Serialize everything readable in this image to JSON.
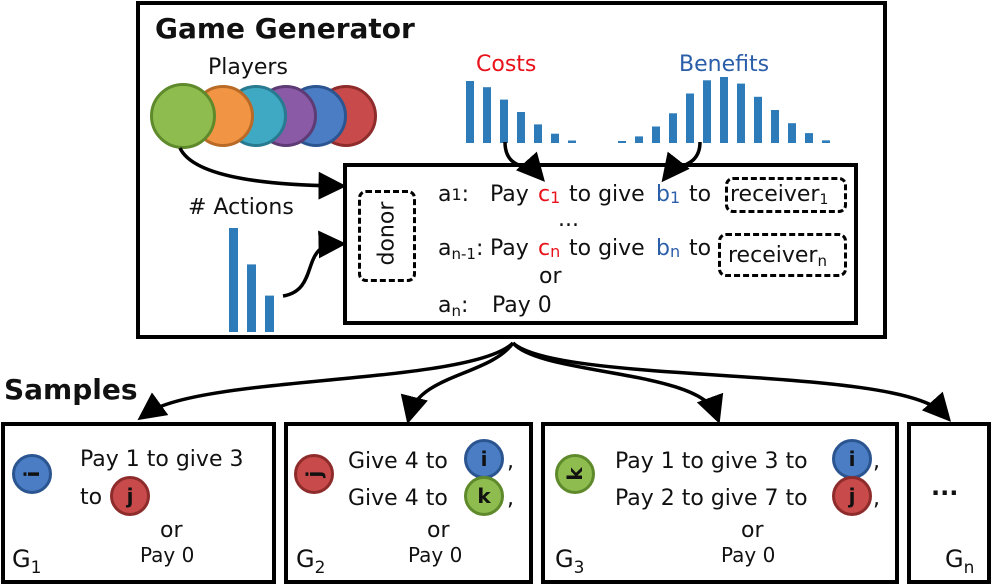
{
  "generator": {
    "title": "Game Generator",
    "players_label": "Players",
    "actions_label": "# Actions",
    "costs_label": "Costs",
    "benefits_label": "Benefits",
    "donor_label": "donor",
    "action1": {
      "label": "a",
      "sub": "1",
      "colon": ":",
      "pay": "Pay",
      "c": "c",
      "c_sub": "1",
      "give": "to give",
      "b": "b",
      "b_sub": "1",
      "to": "to",
      "receiver": "receiver",
      "receiver_sub": "1"
    },
    "ellipsis": "...",
    "action_n1": {
      "label": "a",
      "sub": "n-1",
      "colon": ":",
      "pay": "Pay",
      "c": "c",
      "c_sub": "n",
      "give": "to give",
      "b": "b",
      "b_sub": "n",
      "to": "to",
      "receiver": "receiver",
      "receiver_sub": "n"
    },
    "or": "or",
    "action_n": {
      "label": "a",
      "sub": "n",
      "colon": ":",
      "text": "Pay 0"
    }
  },
  "samples_title": "Samples",
  "samples": [
    {
      "game": "G",
      "game_sub": "1",
      "donor": "i",
      "line1": "Pay 1 to give 3",
      "line2_prefix": "to",
      "r1": "j",
      "or": "or",
      "pay0": "Pay 0"
    },
    {
      "game": "G",
      "game_sub": "2",
      "donor": "j",
      "line1": "Give 4 to",
      "r1": "i",
      "comma1": ",",
      "line2": "Give 4 to",
      "r2": "k",
      "comma2": ",",
      "or": "or",
      "pay0": "Pay 0"
    },
    {
      "game": "G",
      "game_sub": "3",
      "donor": "k",
      "line1": "Pay 1 to give 3 to",
      "r1": "i",
      "comma1": ",",
      "line2": "Pay 2 to give 7 to",
      "r2": "j",
      "comma2": ",",
      "or": "or",
      "pay0": "Pay 0"
    },
    {
      "game": "G",
      "game_sub": "n",
      "dots": "..."
    }
  ],
  "chart_data": [
    {
      "type": "bar",
      "name_hint": "costs",
      "values": [
        1.0,
        0.9,
        0.7,
        0.5,
        0.3,
        0.15,
        0.04
      ],
      "color": "#2d7bb8"
    },
    {
      "type": "bar",
      "name_hint": "benefits",
      "values": [
        0.03,
        0.1,
        0.25,
        0.45,
        0.75,
        0.95,
        1.0,
        0.9,
        0.7,
        0.5,
        0.3,
        0.15,
        0.04
      ],
      "color": "#2d7bb8"
    },
    {
      "type": "bar",
      "name_hint": "actions",
      "values": [
        1.0,
        0.65,
        0.35
      ],
      "color": "#2d7bb8"
    }
  ],
  "colors": {
    "player_green": "#8fbc4f",
    "player_orange": "#f19443",
    "player_teal": "#3fa9c4",
    "player_purple": "#8a5aa6",
    "player_blue": "#4a7dc3",
    "player_red": "#c94a4a",
    "cost_red": "#e8121b",
    "benefit_blue": "#2a5ea8"
  }
}
